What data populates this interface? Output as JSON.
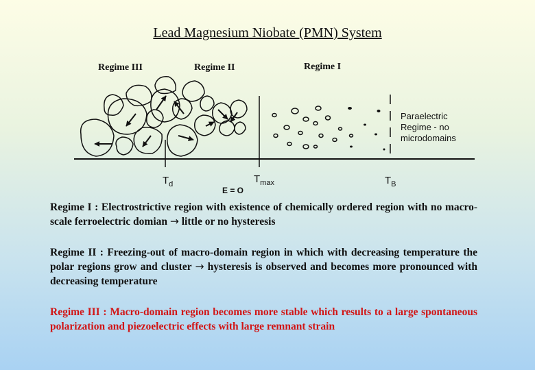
{
  "title": "Lead Magnesium Niobate (PMN) System",
  "diagram": {
    "regime_labels": [
      "Regime III",
      "Regime II",
      "Regime I"
    ],
    "paraelectric_label": [
      "Paraelectric",
      "Regime - no",
      "microdomains"
    ],
    "temperature_labels": {
      "td": "T",
      "td_sub": "d",
      "tmax": "T",
      "tmax_sub": "max",
      "tb": "T",
      "tb_sub": "B",
      "e_label": "E = O"
    }
  },
  "paragraphs": {
    "regime1_before": "Regime I : Electrostrictive region with existence of chemically ordered region with no macro-scale ferroelectric domian",
    "regime1_arrow": "→",
    "regime1_after": "little or no hysteresis",
    "regime2_before": "Regime II : Freezing-out of macro-domain region in which with decreasing temperature the polar regions grow and cluster",
    "regime2_arrow": "→",
    "regime2_after": "hysteresis is observed and becomes more pronounced with decreasing temperature",
    "regime3": "Regime III : Macro-domain region becomes more stable which results to a large spontaneous polarization and piezoelectric effects with large remnant strain"
  },
  "colors": {
    "text": "#111111",
    "regime3_text": "#d11515"
  }
}
